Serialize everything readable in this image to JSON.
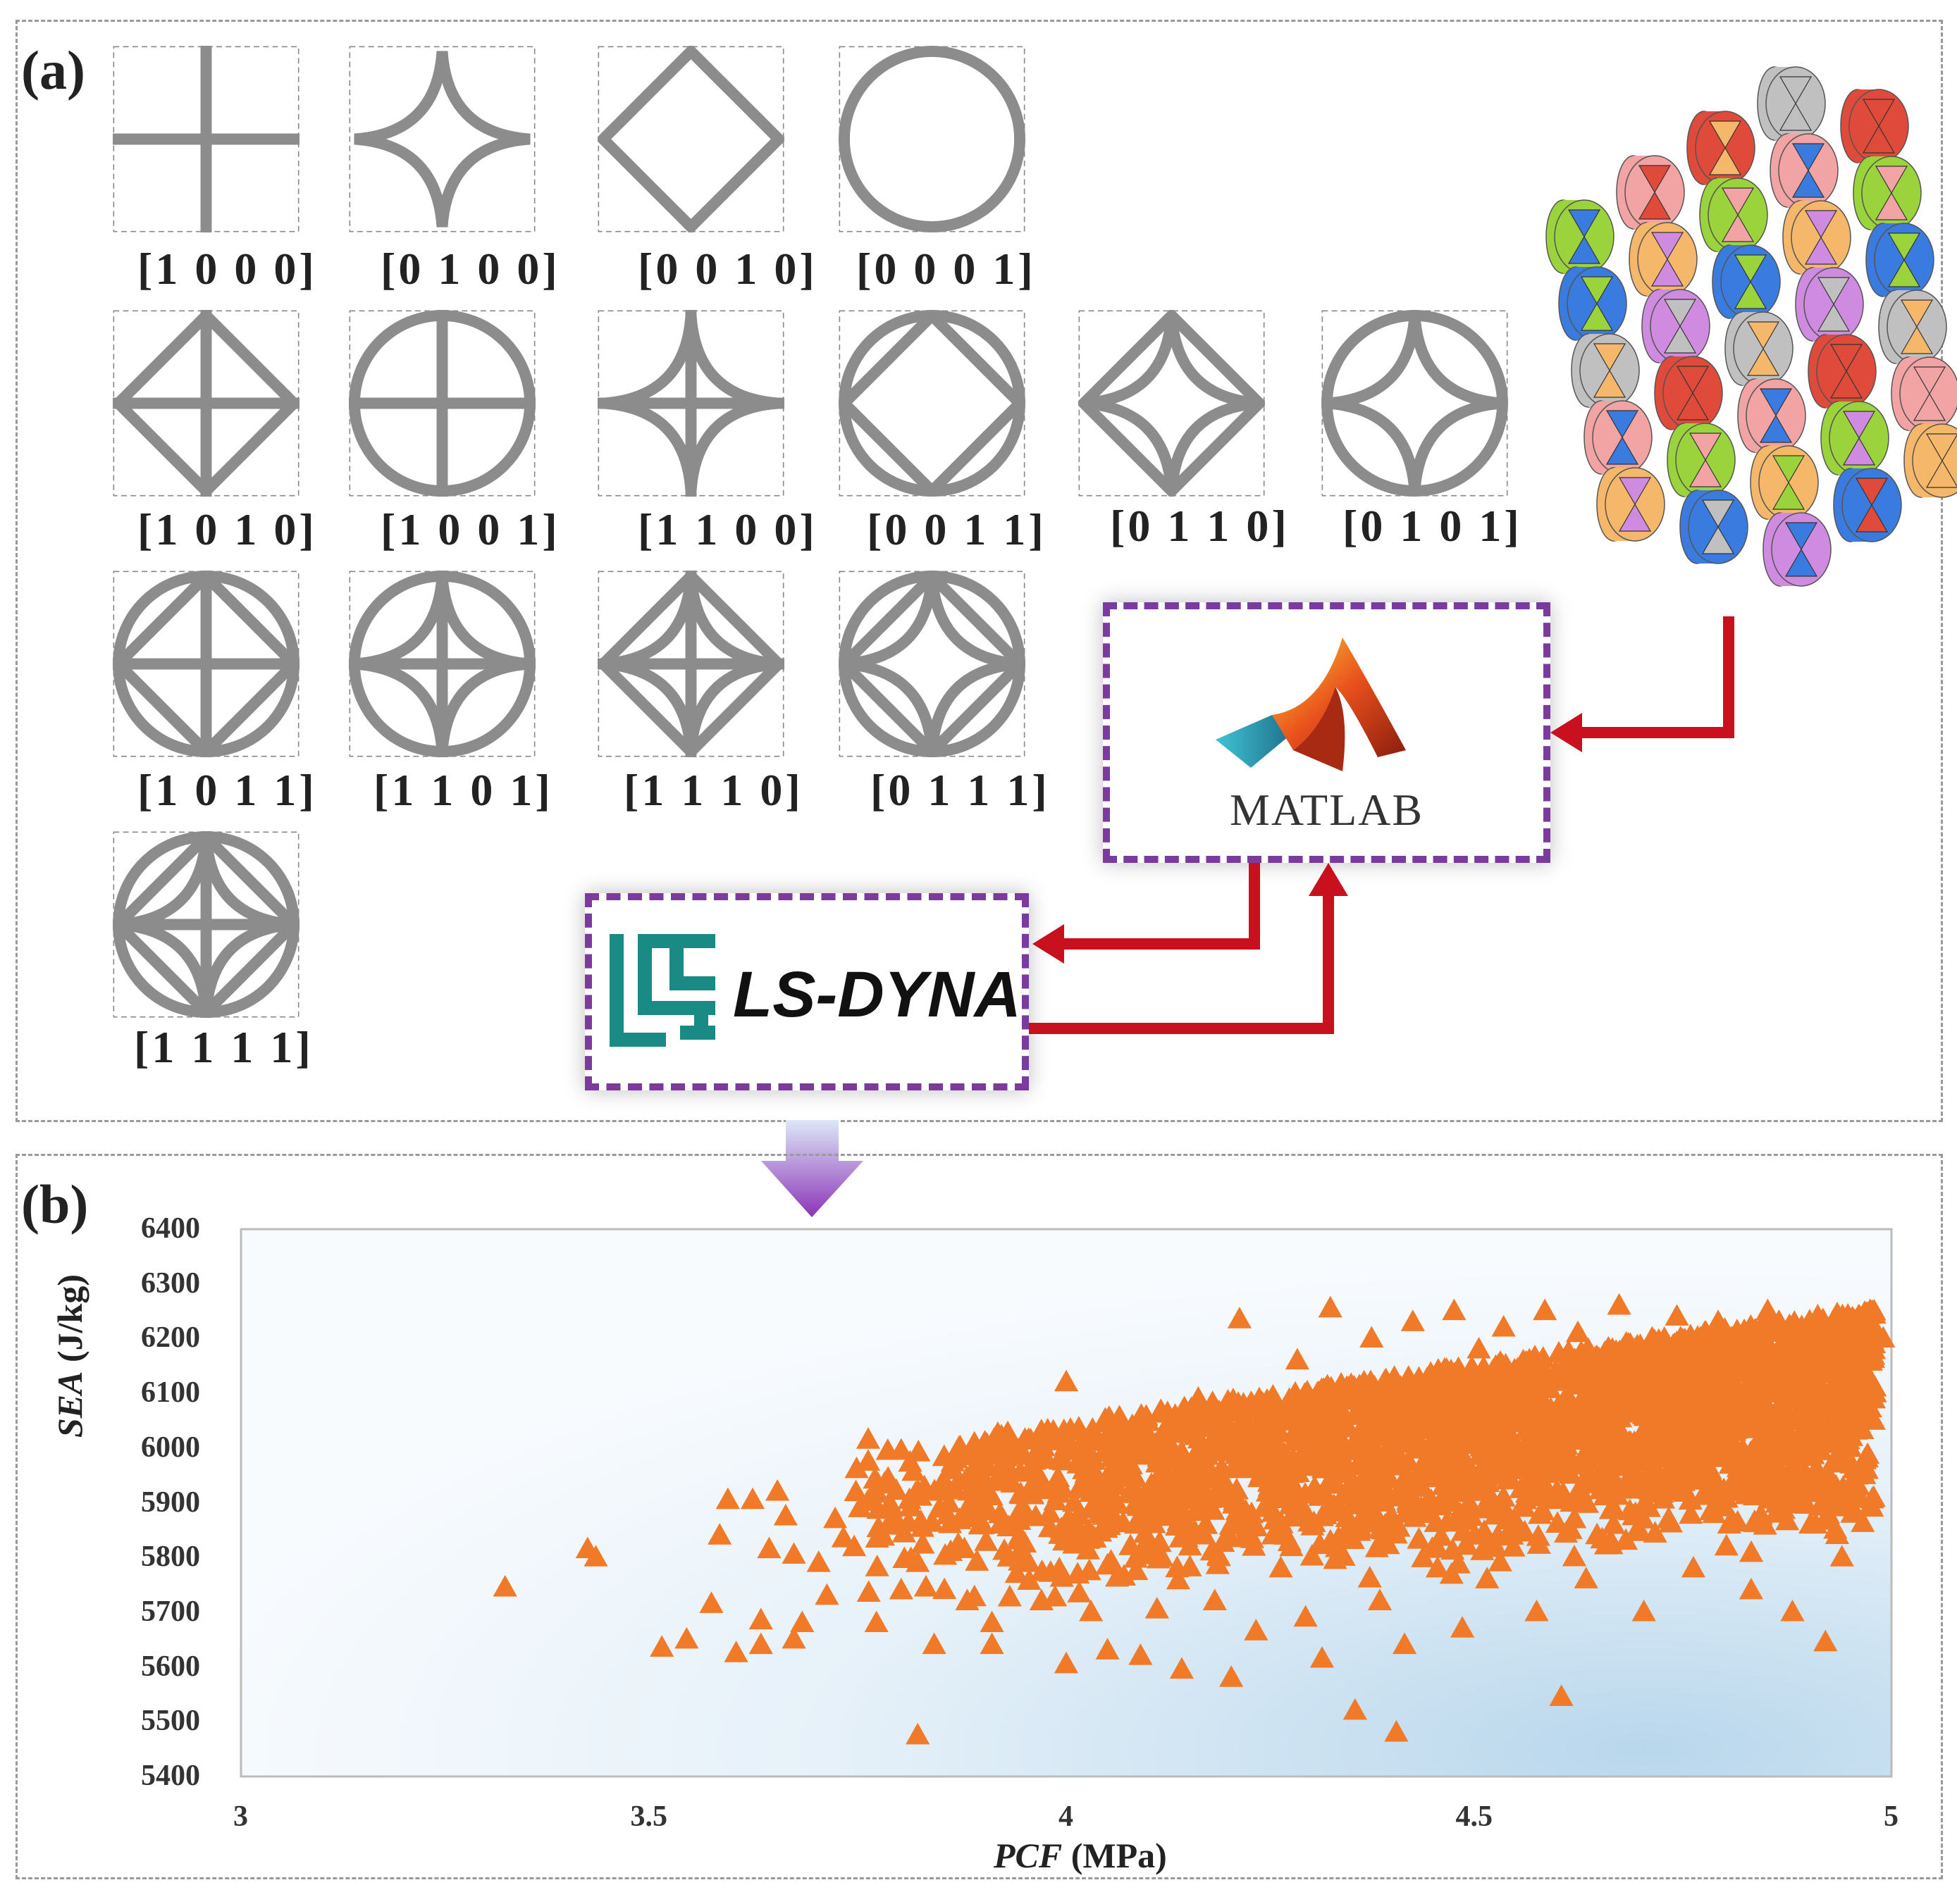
{
  "panel_a": {
    "label": "(a)",
    "cells": [
      {
        "code": "[1 0 0 0]",
        "cross": 1,
        "astroid": 0,
        "diamond": 0,
        "circle": 0
      },
      {
        "code": "[0 1 0 0]",
        "cross": 0,
        "astroid": 1,
        "diamond": 0,
        "circle": 0
      },
      {
        "code": "[0 0 1 0]",
        "cross": 0,
        "astroid": 0,
        "diamond": 1,
        "circle": 0
      },
      {
        "code": "[0 0 0 1]",
        "cross": 0,
        "astroid": 0,
        "diamond": 0,
        "circle": 1
      },
      {
        "code": "[1 0 1 0]",
        "cross": 1,
        "astroid": 0,
        "diamond": 1,
        "circle": 0
      },
      {
        "code": "[1 0 0 1]",
        "cross": 1,
        "astroid": 0,
        "diamond": 0,
        "circle": 1
      },
      {
        "code": "[1 1 0 0]",
        "cross": 1,
        "astroid": 1,
        "diamond": 0,
        "circle": 0
      },
      {
        "code": "[0 0 1 1]",
        "cross": 0,
        "astroid": 0,
        "diamond": 1,
        "circle": 1
      },
      {
        "code": "[0 1 1 0]",
        "cross": 0,
        "astroid": 1,
        "diamond": 1,
        "circle": 0
      },
      {
        "code": "[0 1 0 1]",
        "cross": 0,
        "astroid": 1,
        "diamond": 0,
        "circle": 1
      },
      {
        "code": "[1 0 1 1]",
        "cross": 1,
        "astroid": 0,
        "diamond": 1,
        "circle": 1
      },
      {
        "code": "[1 1 0 1]",
        "cross": 1,
        "astroid": 1,
        "diamond": 0,
        "circle": 1
      },
      {
        "code": "[1 1 1 0]",
        "cross": 1,
        "astroid": 1,
        "diamond": 1,
        "circle": 0
      },
      {
        "code": "[0 1 1 1]",
        "cross": 0,
        "astroid": 1,
        "diamond": 1,
        "circle": 1
      },
      {
        "code": "[1 1 1 1]",
        "cross": 1,
        "astroid": 1,
        "diamond": 1,
        "circle": 1
      }
    ],
    "matlab_label": "MATLAB",
    "lsdyna_label": "LS-DYNA",
    "colors": {
      "cell_stroke": "#8c8c8c",
      "arrow": "#c8101e",
      "box_border": "#7a3a9e",
      "lstc_logo": "#1a8a85"
    }
  },
  "panel_b": {
    "label": "(b)"
  },
  "chart_data": {
    "type": "scatter",
    "marker": "triangle",
    "marker_color": "#f07a28",
    "xlabel_italic": "PCF",
    "xlabel_unit": " (MPa)",
    "ylabel_italic": "SEA",
    "ylabel_unit": " (J/kg)",
    "xlim": [
      3,
      5
    ],
    "ylim": [
      5400,
      6400
    ],
    "xticks": [
      "3",
      "3.5",
      "4",
      "4.5",
      "5"
    ],
    "yticks": [
      "6400",
      "6300",
      "6200",
      "6100",
      "6000",
      "5900",
      "5800",
      "5700",
      "5600",
      "5500",
      "5400"
    ],
    "points": [
      [
        3.32,
        5745
      ],
      [
        3.42,
        5815
      ],
      [
        3.43,
        5800
      ],
      [
        3.51,
        5635
      ],
      [
        3.54,
        5650
      ],
      [
        3.57,
        5715
      ],
      [
        3.58,
        5840
      ],
      [
        3.59,
        5905
      ],
      [
        3.6,
        5625
      ],
      [
        3.62,
        5905
      ],
      [
        3.63,
        5640
      ],
      [
        3.63,
        5685
      ],
      [
        3.64,
        5815
      ],
      [
        3.65,
        5920
      ],
      [
        3.66,
        5875
      ],
      [
        3.67,
        5650
      ],
      [
        3.67,
        5805
      ],
      [
        3.68,
        5680
      ],
      [
        3.7,
        5790
      ],
      [
        3.71,
        5730
      ],
      [
        3.72,
        5870
      ],
      [
        3.73,
        5835
      ],
      [
        3.75,
        5890
      ],
      [
        3.76,
        5975
      ],
      [
        3.76,
        6015
      ],
      [
        3.77,
        5680
      ],
      [
        3.78,
        5935
      ],
      [
        3.79,
        5860
      ],
      [
        3.8,
        5740
      ],
      [
        3.8,
        5995
      ],
      [
        3.81,
        5905
      ],
      [
        3.82,
        5475
      ],
      [
        3.82,
        5790
      ],
      [
        3.83,
        5745
      ],
      [
        3.84,
        5640
      ],
      [
        3.85,
        5920
      ],
      [
        3.86,
        5810
      ],
      [
        3.87,
        6000
      ],
      [
        3.88,
        5720
      ],
      [
        3.89,
        5905
      ],
      [
        3.9,
        5945
      ],
      [
        3.91,
        5640
      ],
      [
        3.91,
        5680
      ],
      [
        3.92,
        5860
      ],
      [
        3.93,
        5990
      ],
      [
        3.94,
        5770
      ],
      [
        3.95,
        6015
      ],
      [
        3.96,
        5960
      ],
      [
        3.97,
        5720
      ],
      [
        3.98,
        5880
      ],
      [
        3.99,
        5945
      ],
      [
        4.0,
        5605
      ],
      [
        4.0,
        6120
      ],
      [
        4.01,
        5835
      ],
      [
        4.02,
        5990
      ],
      [
        4.03,
        5700
      ],
      [
        4.04,
        5920
      ],
      [
        4.05,
        5630
      ],
      [
        4.06,
        5985
      ],
      [
        4.07,
        5765
      ],
      [
        4.08,
        6040
      ],
      [
        4.09,
        5620
      ],
      [
        4.1,
        5880
      ],
      [
        4.11,
        5705
      ],
      [
        4.12,
        5950
      ],
      [
        4.13,
        6030
      ],
      [
        4.14,
        5595
      ],
      [
        4.15,
        5820
      ],
      [
        4.16,
        6090
      ],
      [
        4.17,
        5970
      ],
      [
        4.18,
        5720
      ],
      [
        4.19,
        6060
      ],
      [
        4.2,
        5580
      ],
      [
        4.21,
        6235
      ],
      [
        4.22,
        5855
      ],
      [
        4.23,
        5665
      ],
      [
        4.24,
        5985
      ],
      [
        4.25,
        6075
      ],
      [
        4.26,
        5780
      ],
      [
        4.27,
        5925
      ],
      [
        4.28,
        6160
      ],
      [
        4.29,
        5690
      ],
      [
        4.3,
        6020
      ],
      [
        4.31,
        5615
      ],
      [
        4.32,
        6255
      ],
      [
        4.33,
        5835
      ],
      [
        4.34,
        6110
      ],
      [
        4.35,
        5520
      ],
      [
        4.36,
        5945
      ],
      [
        4.37,
        6200
      ],
      [
        4.38,
        5720
      ],
      [
        4.39,
        6040
      ],
      [
        4.4,
        5480
      ],
      [
        4.41,
        5640
      ],
      [
        4.42,
        6230
      ],
      [
        4.43,
        5890
      ],
      [
        4.44,
        6130
      ],
      [
        4.45,
        5780
      ],
      [
        4.46,
        6010
      ],
      [
        4.47,
        6250
      ],
      [
        4.48,
        5670
      ],
      [
        4.49,
        5925
      ],
      [
        4.5,
        6180
      ],
      [
        4.51,
        5760
      ],
      [
        4.52,
        6060
      ],
      [
        4.53,
        6220
      ],
      [
        4.54,
        5840
      ],
      [
        4.55,
        5980
      ],
      [
        4.56,
        6140
      ],
      [
        4.57,
        5700
      ],
      [
        4.58,
        6250
      ],
      [
        4.59,
        5905
      ],
      [
        4.6,
        5545
      ],
      [
        4.61,
        6080
      ],
      [
        4.62,
        6210
      ],
      [
        4.63,
        5760
      ],
      [
        4.64,
        6000
      ],
      [
        4.65,
        6160
      ],
      [
        4.66,
        5830
      ],
      [
        4.67,
        6260
      ],
      [
        4.68,
        5940
      ],
      [
        4.69,
        6100
      ],
      [
        4.7,
        5700
      ],
      [
        4.71,
        6200
      ],
      [
        4.72,
        6020
      ],
      [
        4.73,
        5870
      ],
      [
        4.74,
        6240
      ],
      [
        4.75,
        6060
      ],
      [
        4.76,
        5780
      ],
      [
        4.77,
        6150
      ],
      [
        4.78,
        5960
      ],
      [
        4.79,
        6230
      ],
      [
        4.8,
        5820
      ],
      [
        4.81,
        6080
      ],
      [
        4.82,
        6190
      ],
      [
        4.83,
        5740
      ],
      [
        4.84,
        5990
      ],
      [
        4.85,
        6250
      ],
      [
        4.86,
        5880
      ],
      [
        4.87,
        6120
      ],
      [
        4.88,
        5700
      ],
      [
        4.89,
        6050
      ],
      [
        4.9,
        6210
      ],
      [
        4.91,
        5920
      ],
      [
        4.92,
        5645
      ],
      [
        4.93,
        6160
      ],
      [
        4.94,
        5800
      ],
      [
        4.95,
        6000
      ],
      [
        4.96,
        6240
      ],
      [
        4.97,
        5960
      ],
      [
        4.98,
        6100
      ],
      [
        4.99,
        6200
      ]
    ]
  }
}
